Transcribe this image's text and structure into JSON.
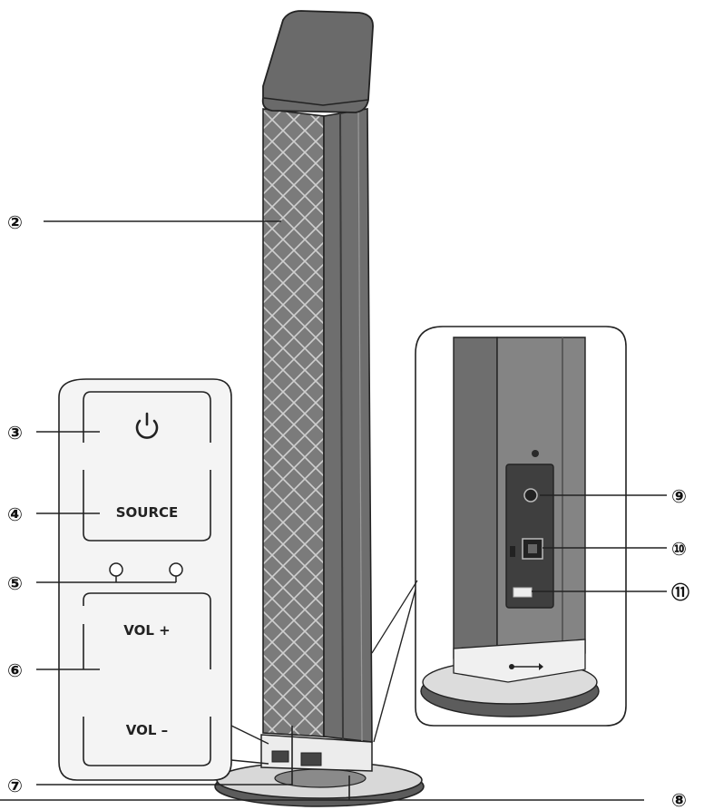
{
  "callouts": {
    "c2": "②",
    "c3": "③",
    "c4": "④",
    "c5": "⑤",
    "c6": "⑥",
    "c7": "⑦",
    "c8": "⑧",
    "c9": "⑨",
    "c10": "⑩",
    "c11": "⑪"
  },
  "buttons": {
    "source": "SOURCE",
    "vol_up": "VOL +",
    "vol_down": "VOL –"
  },
  "icons": {
    "power": "power-icon",
    "usb": "usb-icon"
  },
  "colors": {
    "body_gray": "#6e6e6e",
    "side_gray": "#8a8a8a",
    "dark_gray": "#4a4a4a",
    "light_gray": "#d9d9d9",
    "inset_bg": "#e9e9e9"
  }
}
